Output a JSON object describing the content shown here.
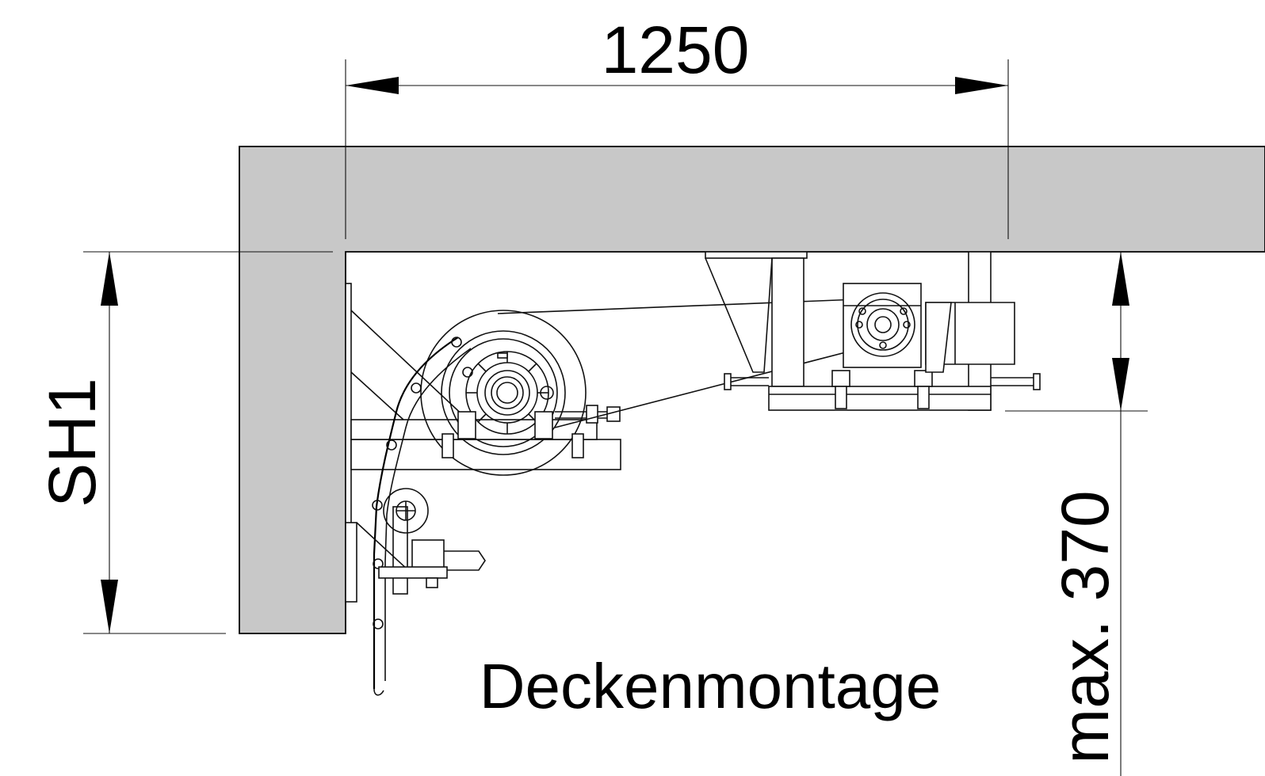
{
  "dimensions": {
    "width_label": "1250",
    "height_label": "SH1",
    "clearance_label": "max. 370"
  },
  "caption": "Deckenmontage",
  "colors": {
    "concrete": "#c8c8c8",
    "line": "#000000",
    "background": "#ffffff"
  }
}
